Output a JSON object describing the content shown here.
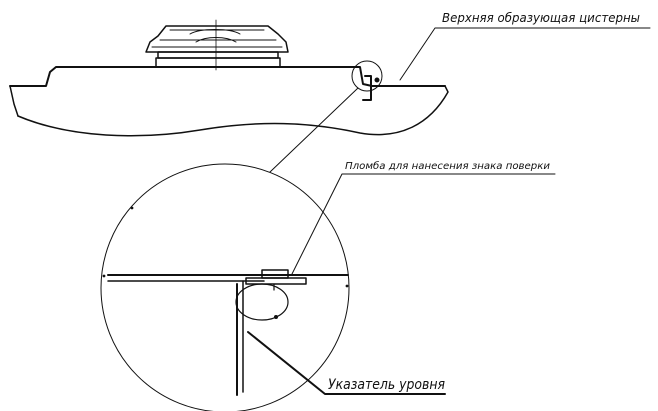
{
  "labels": {
    "tank_top": "Верхняя образующая цистерны",
    "seal": "Пломба для нанесения знака поверки",
    "level_indicator": "Указатель уровня"
  },
  "colors": {
    "line": "#111111",
    "background": "#ffffff"
  }
}
